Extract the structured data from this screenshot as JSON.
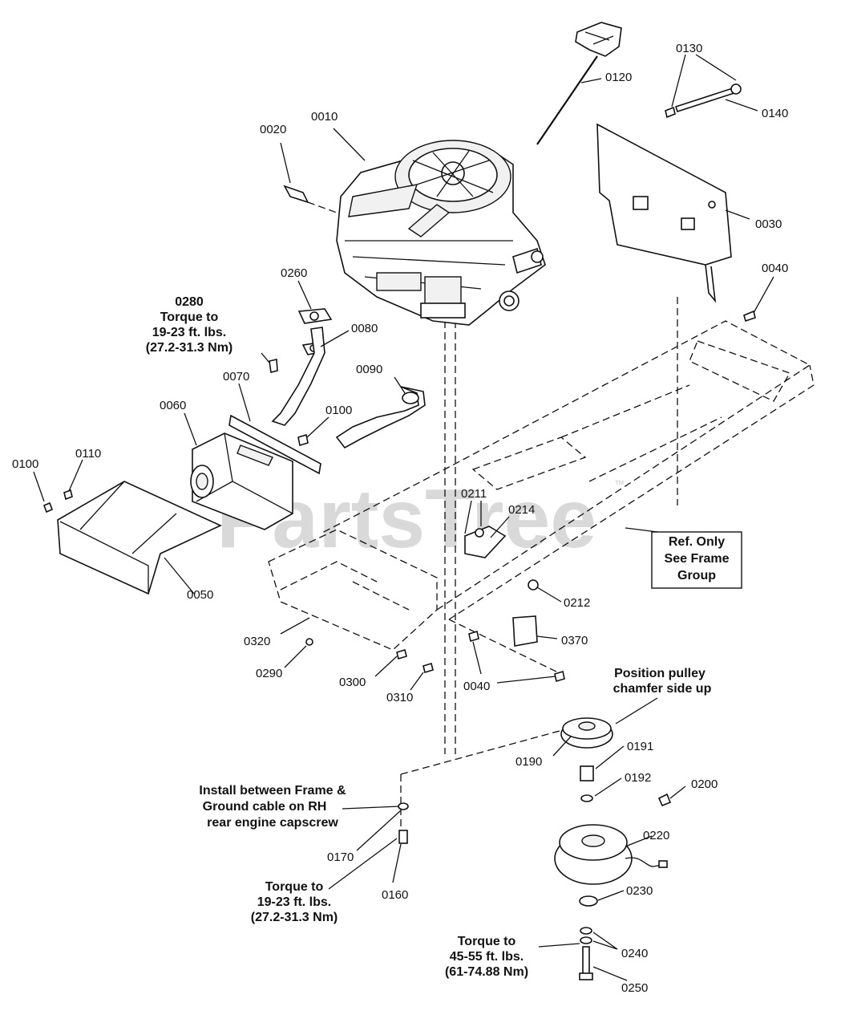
{
  "watermark": {
    "text": "PartsTree",
    "trademark": "™"
  },
  "callouts": {
    "c0010": "0010",
    "c0020": "0020",
    "c0030": "0030",
    "c0040a": "0040",
    "c0040b": "0040",
    "c0050": "0050",
    "c0060": "0060",
    "c0070": "0070",
    "c0080": "0080",
    "c0090": "0090",
    "c0100a": "0100",
    "c0100b": "0100",
    "c0110": "0110",
    "c0120": "0120",
    "c0130": "0130",
    "c0140": "0140",
    "c0160": "0160",
    "c0170": "0170",
    "c0190": "0190",
    "c0191": "0191",
    "c0192": "0192",
    "c0200": "0200",
    "c0211": "0211",
    "c0212": "0212",
    "c0214": "0214",
    "c0220": "0220",
    "c0230": "0230",
    "c0240": "0240",
    "c0250": "0250",
    "c0260": "0260",
    "c0290": "0290",
    "c0300": "0300",
    "c0310": "0310",
    "c0320": "0320",
    "c0370": "0370"
  },
  "notes": {
    "torque_0280": [
      "0280",
      "Torque to",
      "19-23 ft. lbs.",
      "(27.2-31.3 Nm)"
    ],
    "ref_frame": [
      "Ref. Only",
      "See Frame",
      "Group"
    ],
    "pulley": [
      "Position pulley",
      "chamfer side up"
    ],
    "install": [
      "Install between Frame &",
      "Ground cable on RH",
      "rear engine capscrew"
    ],
    "torque_0160": [
      "Torque to",
      "19-23 ft. lbs.",
      "(27.2-31.3 Nm)"
    ],
    "torque_0250": [
      "Torque to",
      "45-55 ft. lbs.",
      "(61-74.88 Nm)"
    ]
  }
}
